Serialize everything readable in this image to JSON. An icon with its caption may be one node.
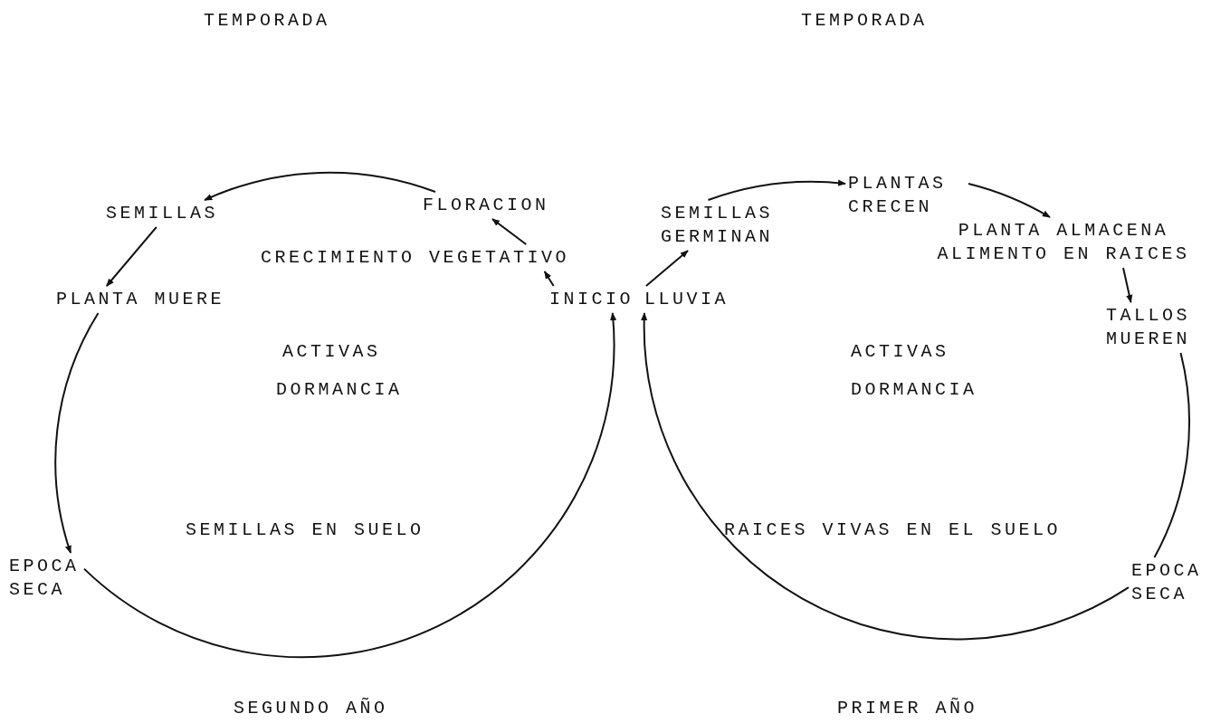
{
  "diagram": {
    "nodes": [
      {
        "text": [
          "PLANTAS CRECEN"
        ]
      },
      {
        "text": [
          "SEMILLAS"
        ]
      },
      {
        "text": [
          "FLORACION"
        ]
      },
      {
        "text": [
          "SEMILLAS GERMINAN"
        ]
      },
      {
        "text": [
          "PLANTA ALMACENA ALIMENTO EN RAICES"
        ]
      },
      {
        "text": [
          "CRECIMIENTO VEGETATIVO"
        ]
      },
      {
        "text": [
          "PLANTA MUERE"
        ]
      },
      {
        "text": [
          "INICIO"
        ]
      },
      {
        "text": [
          "LLUVIA"
        ]
      },
      {
        "text": [
          "TALLOS MUEREN"
        ]
      },
      {
        "text": [
          "EPOCA SECA"
        ]
      },
      {
        "text": [
          "EPOCA SECA"
        ]
      }
    ],
    "edges": [
      {
        "from": 7,
        "to": 5,
        "arrow": "to"
      },
      {
        "from": 5,
        "to": 2,
        "arrow": "to"
      },
      {
        "from": 2,
        "to": 1,
        "arrow": "to"
      },
      {
        "from": 1,
        "to": 6,
        "arrow": "to"
      },
      {
        "from": 6,
        "to": 10,
        "arrow": "to"
      },
      {
        "from": 10,
        "to": 7,
        "arrow": "to"
      },
      {
        "from": 8,
        "to": 3,
        "arrow": "to"
      },
      {
        "from": 3,
        "to": 0,
        "arrow": "to"
      },
      {
        "from": 0,
        "to": 4,
        "arrow": "to"
      },
      {
        "from": 4,
        "to": 9,
        "arrow": "to"
      },
      {
        "from": 9,
        "to": 11,
        "arrow": "none"
      },
      {
        "from": 11,
        "to": 8,
        "arrow": "to"
      }
    ],
    "labels": [
      "TEMPORADA",
      "TEMPORADA",
      "ACTIVAS",
      "ACTIVAS",
      "DORMANCIA",
      "DORMANCIA",
      "SEMILLAS EN SUELO",
      "RAICES VIVAS EN EL SUELO",
      "SEGUNDO AÑO",
      "PRIMER AÑO"
    ]
  }
}
